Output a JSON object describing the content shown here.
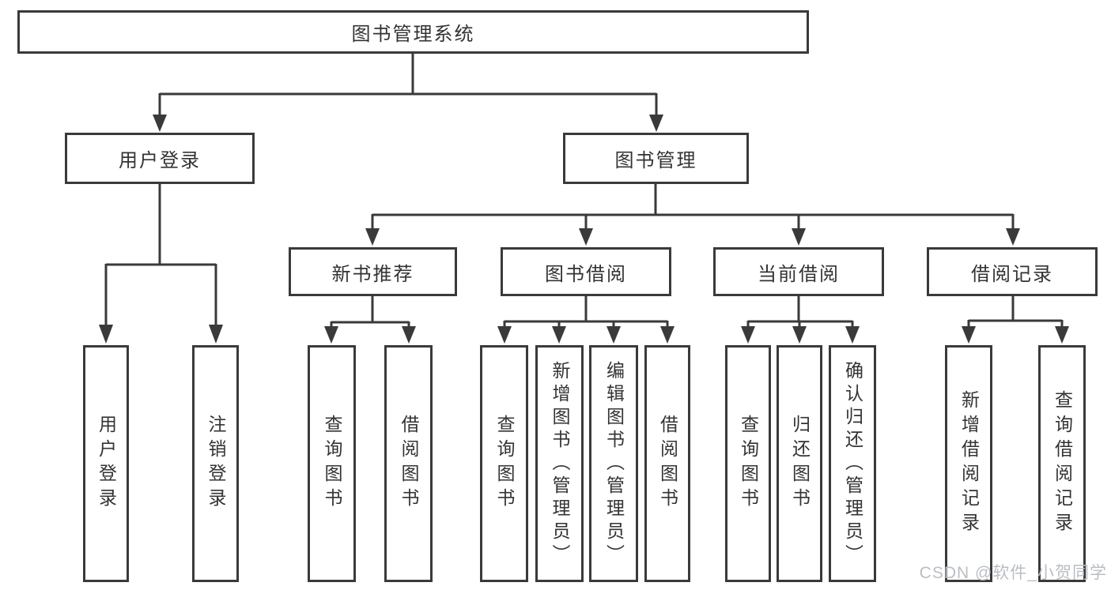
{
  "diagram": {
    "type": "hierarchy-tree",
    "nodes": {
      "root": "图书管理系统",
      "user_login": "用户登录",
      "book_management": "图书管理",
      "new_book_recommend": "新书推荐",
      "book_borrow": "图书借阅",
      "current_borrow": "当前借阅",
      "borrow_records": "借阅记录",
      "leaf_user_login": "用户登录",
      "leaf_logout": "注销登录",
      "leaf_recommend_query_book": "查询图书",
      "leaf_recommend_borrow_book": "借阅图书",
      "leaf_borrow_query_book": "查询图书",
      "leaf_borrow_add_book": "新增图书（管理员）",
      "leaf_borrow_edit_book": "编辑图书（管理员）",
      "leaf_borrow_borrow_book": "借阅图书",
      "leaf_current_query_book": "查询图书",
      "leaf_current_return_book": "归还图书",
      "leaf_current_confirm_return": "确认归还（管理员）",
      "leaf_records_add_record": "新增借阅记录",
      "leaf_records_query_record": "查询借阅记录"
    },
    "watermark": "CSDN @软件_小贺同学",
    "colors": {
      "line": "#3a3a3a",
      "text": "#333333",
      "background": "#ffffff",
      "watermark": "#b9bec5"
    }
  }
}
